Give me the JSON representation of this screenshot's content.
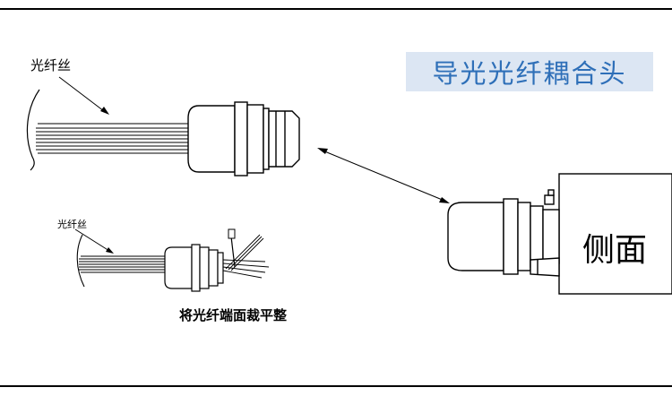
{
  "title": "导光光纤耦合头",
  "labels": {
    "fiber_top": "光纤丝",
    "fiber_small": "光纤丝",
    "trim_caption": "将光纤端面裁平整",
    "side_view": "侧面"
  },
  "colors": {
    "title_text": "#2e6fb8",
    "title_bg": "#dce6f3",
    "line": "#000000"
  }
}
